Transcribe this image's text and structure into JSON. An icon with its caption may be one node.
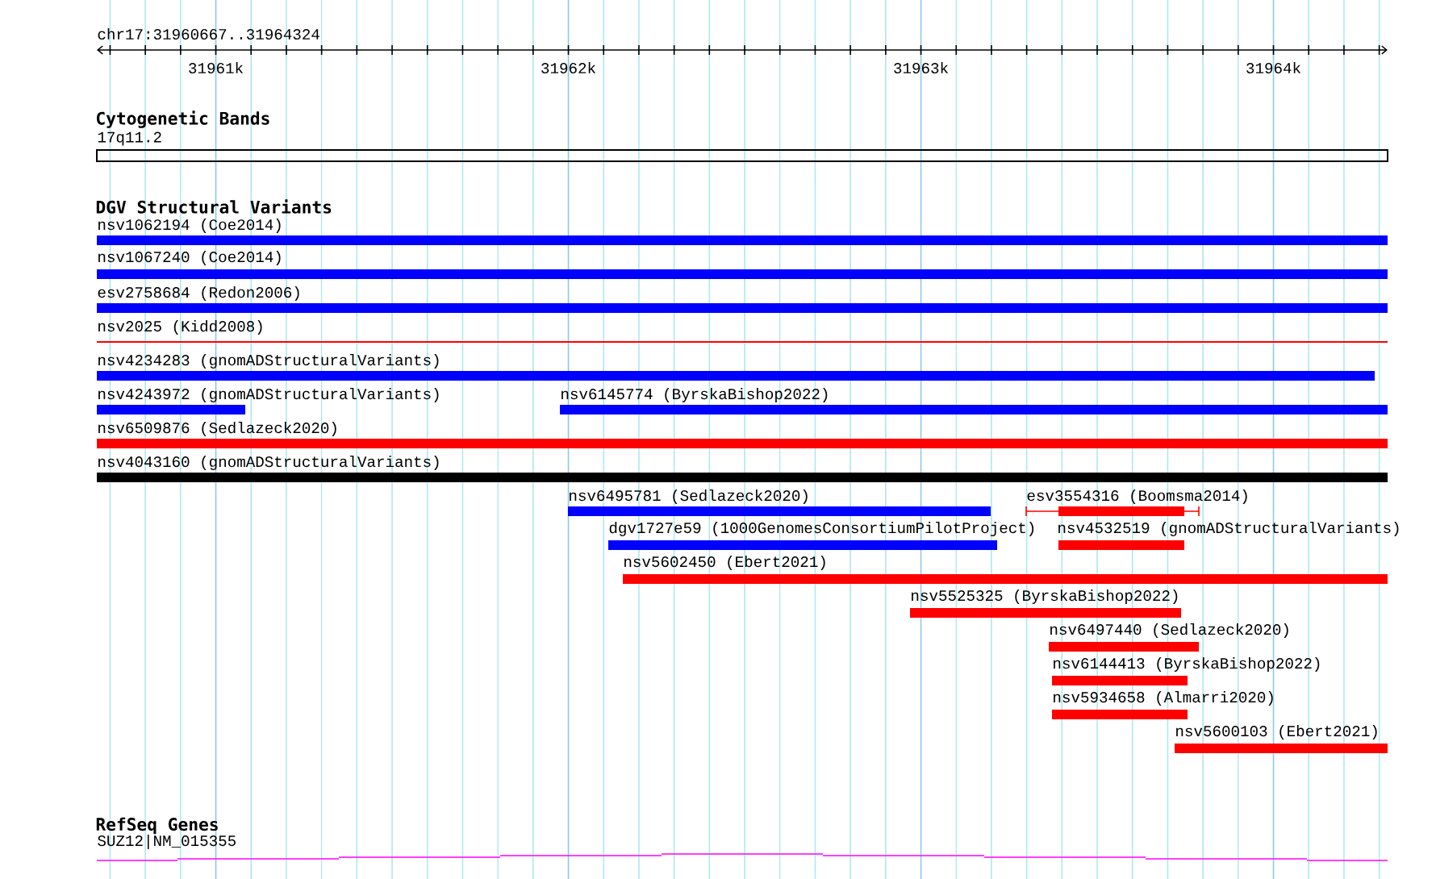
{
  "diagram": {
    "nodes": [
      {
        "text": [
          "17q11.2"
        ]
      },
      {
        "text": [
          "nsv1062194 (Coe2014)"
        ]
      },
      {
        "text": [
          "nsv1067240 (Coe2014)"
        ]
      },
      {
        "text": [
          "esv2758684 (Redon2006)"
        ]
      },
      {
        "text": [
          "nsv2025 (Kidd2008)"
        ]
      },
      {
        "text": [
          "nsv4234283 (gnomADStructuralVariants)"
        ]
      },
      {
        "text": [
          "nsv4243972 (gnomADStructuralVariants)"
        ]
      },
      {
        "text": [
          "nsv6145774 (ByrskaBishop2022)"
        ]
      },
      {
        "text": [
          "nsv6509876 (Sedlazeck2020)"
        ]
      },
      {
        "text": [
          "nsv4043160 (gnomADStructuralVariants)"
        ]
      },
      {
        "text": [
          "nsv6495781 (Sedlazeck2020)"
        ]
      },
      {
        "text": [
          "esv3554316 (Boomsma2014)"
        ]
      },
      {
        "text": [
          "dgv1727e59 (1000GenomesConsortiumPilotProject)"
        ]
      },
      {
        "text": [
          "nsv4532519 (gnomADStructuralVariants)"
        ]
      },
      {
        "text": [
          "nsv5602450 (Ebert2021)"
        ]
      },
      {
        "text": [
          "nsv5525325 (ByrskaBishop2022)"
        ]
      },
      {
        "text": [
          "nsv6497440 (Sedlazeck2020)"
        ]
      },
      {
        "text": [
          "nsv6144413 (ByrskaBishop2022)"
        ]
      },
      {
        "text": [
          "nsv5934658 (Almarri2020)"
        ]
      },
      {
        "text": [
          "nsv5600103 (Ebert2021)"
        ]
      },
      {
        "text": [
          "SUZ12|NM_015355"
        ]
      }
    ],
    "labels": [
      "chr17:31960667..31964324",
      "31961k",
      "31962k",
      "31963k",
      "31964k",
      "Cytogenetic Bands",
      "DGV Structural Variants",
      "RefSeq Genes"
    ]
  }
}
